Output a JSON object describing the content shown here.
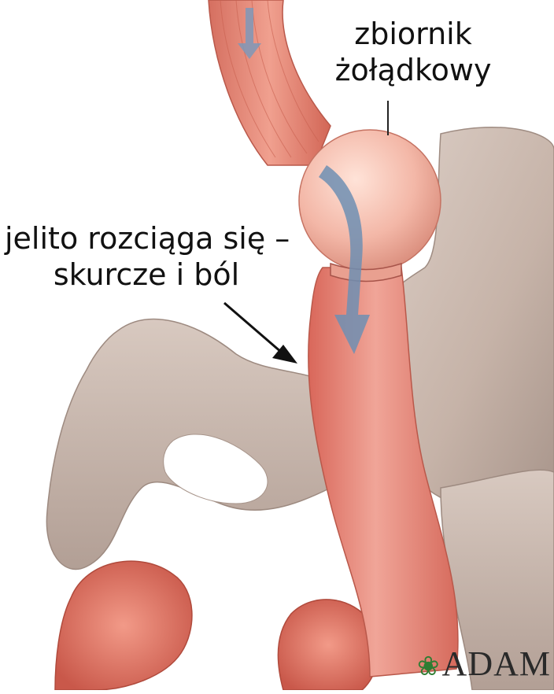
{
  "labels": {
    "pouch_line1": "zbiornik",
    "pouch_line2": "żołądkowy",
    "intestine_line1": "jelito rozciąga się –",
    "intestine_line2": "skurcze i ból"
  },
  "logo": {
    "text": "ADAM"
  },
  "colors": {
    "tissue_red": "#e98a7c",
    "tissue_gray": "#c9b8ae",
    "arrow_blue": "#6f8fb3"
  }
}
